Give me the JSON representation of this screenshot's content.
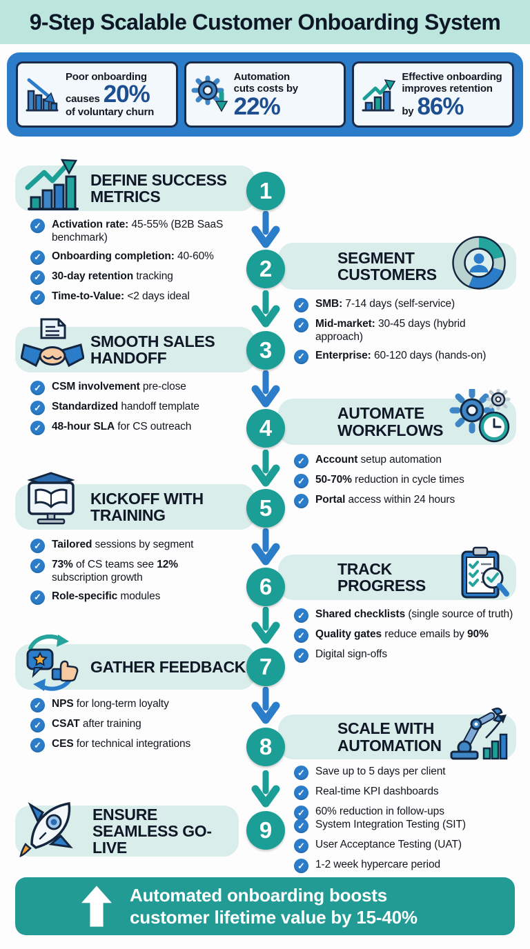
{
  "colors": {
    "teal": "#1b9e96",
    "blue": "#2b7cc9",
    "header_bg": "#bce5dd",
    "pill_bg": "#d9edeb",
    "stat_box_bg": "#f3f8fc",
    "stat_box_border": "#1a2b49",
    "big_number": "#1d4e8f",
    "footer_bg": "#219b94",
    "check_blue": "#2b7cc9"
  },
  "header": {
    "title": "9-Step Scalable Customer Onboarding System"
  },
  "stats": [
    {
      "icon": "declining-bar-chart-icon",
      "lines": [
        [
          {
            "t": "Poor onboarding"
          }
        ],
        [
          {
            "t": "causes"
          },
          {
            "t": "20%",
            "big": 1
          }
        ],
        [
          {
            "t": "of voluntary churn"
          }
        ]
      ]
    },
    {
      "icon": "gear-down-arrow-icon",
      "lines": [
        [
          {
            "t": "Automation"
          }
        ],
        [
          {
            "t": "cuts costs by"
          }
        ],
        [
          {
            "t": "22%",
            "big": 1
          }
        ]
      ]
    },
    {
      "icon": "rising-bar-chart-icon",
      "lines": [
        [
          {
            "t": "Effective onboarding"
          }
        ],
        [
          {
            "t": "improves retention"
          }
        ],
        [
          {
            "t": "by"
          },
          {
            "t": "86%",
            "big": 1
          }
        ]
      ]
    }
  ],
  "steps": [
    {
      "num": "1",
      "side": "left",
      "icon": "growth-chart-icon",
      "title": "DEFINE SUCCESS METRICS",
      "bullets": [
        [
          {
            "t": "Activation rate:",
            "b": 1
          },
          {
            "t": " 45-55% (B2B SaaS\nbenchmark)",
            "b": 0
          }
        ],
        [
          {
            "t": "Onboarding completion:",
            "b": 1
          },
          {
            "t": " 40-60%",
            "b": 0
          }
        ],
        [
          {
            "t": "30-day retention",
            "b": 1
          },
          {
            "t": " tracking",
            "b": 0
          }
        ],
        [
          {
            "t": "Time-to-Value:",
            "b": 1
          },
          {
            "t": " <2 days ideal",
            "b": 0
          }
        ]
      ]
    },
    {
      "num": "2",
      "side": "right",
      "icon": "customer-segments-donut-icon",
      "title": "SEGMENT CUSTOMERS",
      "bullets": [
        [
          {
            "t": "SMB:",
            "b": 1
          },
          {
            "t": " 7-14 days (self-service)",
            "b": 0
          }
        ],
        [
          {
            "t": "Mid-market:",
            "b": 1
          },
          {
            "t": " 30-45 days (hybrid approach)",
            "b": 0
          }
        ],
        [
          {
            "t": "Enterprise:",
            "b": 1
          },
          {
            "t": " 60-120 days (hands-on)",
            "b": 0
          }
        ]
      ]
    },
    {
      "num": "3",
      "side": "left",
      "icon": "handshake-icon",
      "title": "SMOOTH SALES HANDOFF",
      "bullets": [
        [
          {
            "t": "CSM involvement",
            "b": 1
          },
          {
            "t": " pre-close",
            "b": 0
          }
        ],
        [
          {
            "t": "Standardized",
            "b": 1
          },
          {
            "t": " handoff template",
            "b": 0
          }
        ],
        [
          {
            "t": "48-hour SLA",
            "b": 1
          },
          {
            "t": " for CS outreach",
            "b": 0
          }
        ]
      ]
    },
    {
      "num": "4",
      "side": "right",
      "icon": "gears-clock-icon",
      "title": "AUTOMATE WORKFLOWS",
      "bullets": [
        [
          {
            "t": "Account",
            "b": 1
          },
          {
            "t": " setup automation",
            "b": 0
          }
        ],
        [
          {
            "t": "50-70%",
            "b": 1
          },
          {
            "t": " reduction in cycle times",
            "b": 0
          }
        ],
        [
          {
            "t": "Portal",
            "b": 1
          },
          {
            "t": " access within 24 hours",
            "b": 0
          }
        ]
      ]
    },
    {
      "num": "5",
      "side": "left",
      "icon": "training-monitor-icon",
      "title": "KICKOFF WITH TRAINING",
      "bullets": [
        [
          {
            "t": "Tailored",
            "b": 1
          },
          {
            "t": " sessions by segment",
            "b": 0
          }
        ],
        [
          {
            "t": "73%",
            "b": 1
          },
          {
            "t": " of CS teams see ",
            "b": 0
          },
          {
            "t": "12%",
            "b": 1
          },
          {
            "t": "\nsubscription growth",
            "b": 0
          }
        ],
        [
          {
            "t": "Role-specific",
            "b": 1
          },
          {
            "t": " modules",
            "b": 0
          }
        ]
      ]
    },
    {
      "num": "6",
      "side": "right",
      "icon": "progress-clipboard-icon",
      "title": "TRACK PROGRESS",
      "bullets": [
        [
          {
            "t": "Shared checklists",
            "b": 1
          },
          {
            "t": " (single source of truth)",
            "b": 0
          }
        ],
        [
          {
            "t": "Quality gates",
            "b": 1
          },
          {
            "t": " reduce emails by ",
            "b": 0
          },
          {
            "t": "90%",
            "b": 1
          }
        ],
        [
          {
            "t": "Digital sign-offs",
            "b": 0
          }
        ]
      ]
    },
    {
      "num": "7",
      "side": "left",
      "icon": "feedback-loop-icon",
      "title": "GATHER FEEDBACK",
      "bullets": [
        [
          {
            "t": "NPS",
            "b": 1
          },
          {
            "t": " for long-term loyalty",
            "b": 0
          }
        ],
        [
          {
            "t": "CSAT",
            "b": 1
          },
          {
            "t": " after training",
            "b": 0
          }
        ],
        [
          {
            "t": "CES",
            "b": 1
          },
          {
            "t": " for technical integrations",
            "b": 0
          }
        ]
      ]
    },
    {
      "num": "8",
      "side": "right",
      "icon": "robot-automation-icon",
      "title": "SCALE WITH AUTOMATION",
      "bullets": [
        [
          {
            "t": "Save up to 5 days per client",
            "b": 0
          }
        ],
        [
          {
            "t": "Real-time KPI dashboards",
            "b": 0
          }
        ],
        [
          {
            "t": "60% reduction in follow-ups",
            "b": 0
          }
        ]
      ]
    },
    {
      "num": "9",
      "side": "left",
      "icon": "rocket-icon",
      "title": "ENSURE SEAMLESS GO-LIVE",
      "bullets": [
        [
          {
            "t": "System Integration Testing (SIT)",
            "b": 0
          }
        ],
        [
          {
            "t": "User Acceptance Testing (UAT)",
            "b": 0
          }
        ],
        [
          {
            "t": "1-2 week hypercare period",
            "b": 0
          }
        ]
      ]
    }
  ],
  "connectors": [
    "blue",
    "teal",
    "blue",
    "teal",
    "blue",
    "teal",
    "blue",
    "teal"
  ],
  "footer": {
    "line1": "Automated onboarding boosts",
    "line2": "customer lifetime value by 15-40%"
  }
}
